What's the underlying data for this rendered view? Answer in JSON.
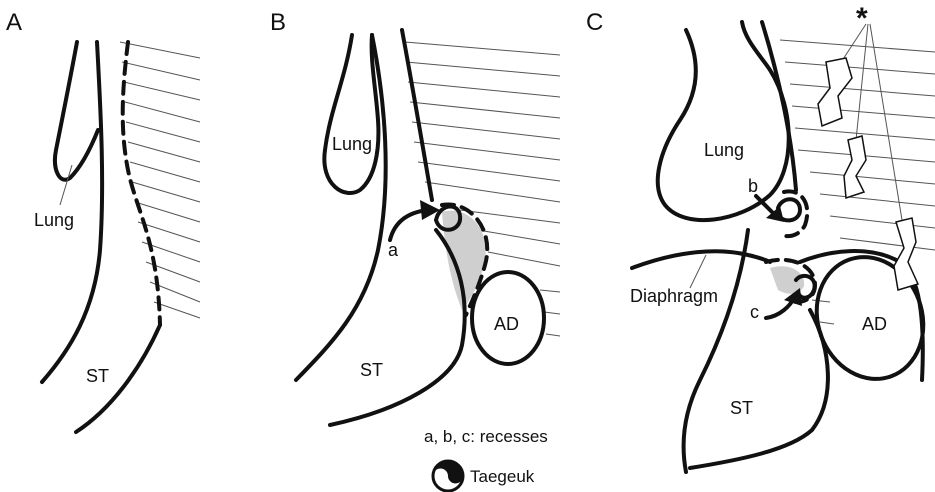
{
  "panels": [
    {
      "letter": "A",
      "labels": {
        "lung": "Lung",
        "st": "ST"
      }
    },
    {
      "letter": "B",
      "labels": {
        "lung": "Lung",
        "st": "ST",
        "ad": "AD",
        "recess": "a"
      }
    },
    {
      "letter": "C",
      "labels": {
        "lung": "Lung",
        "st": "ST",
        "ad": "AD",
        "diaphragm": "Diaphragm",
        "recess_b": "b",
        "recess_c": "c",
        "asterisk": "*"
      }
    }
  ],
  "legend": {
    "recesses": "a, b, c: recesses",
    "symbol_label": "Taegeuk"
  }
}
